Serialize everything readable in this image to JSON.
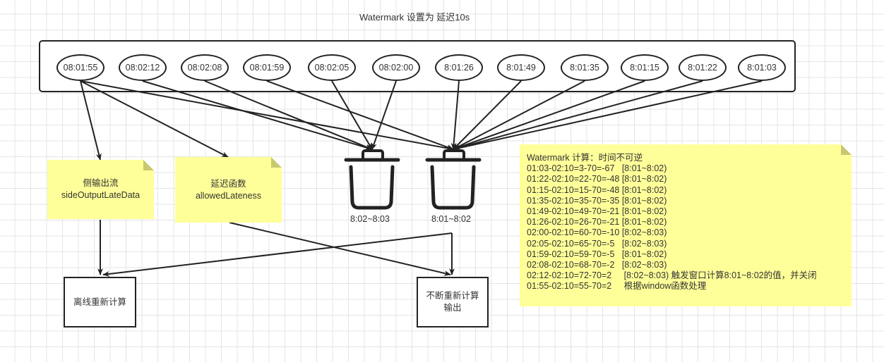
{
  "title": "Watermark 设置为 延迟10s",
  "events": [
    {
      "label": "08:01:55",
      "window": "8:01~8:02"
    },
    {
      "label": "08:02:12",
      "window": "8:02~8:03"
    },
    {
      "label": "08:02:08",
      "window": "8:02~8:03"
    },
    {
      "label": "08:01:59",
      "window": "8:01~8:02"
    },
    {
      "label": "08:02:05",
      "window": "8:02~8:03"
    },
    {
      "label": "08:02:00",
      "window": "8:02~8:03"
    },
    {
      "label": "8:01:26",
      "window": "8:01~8:02"
    },
    {
      "label": "8:01:49",
      "window": "8:01~8:02"
    },
    {
      "label": "8:01:35",
      "window": "8:01~8:02"
    },
    {
      "label": "8:01:15",
      "window": "8:01~8:02"
    },
    {
      "label": "8:01:22",
      "window": "8:01~8:02"
    },
    {
      "label": "8:01:03",
      "window": "8:01~8:02"
    }
  ],
  "buckets": [
    {
      "label": "8:02~8:03"
    },
    {
      "label": "8:01~8:02"
    }
  ],
  "notes": {
    "side_output": {
      "line1": "侧输出流",
      "line2": "sideOutputLateData"
    },
    "allowed_lateness": {
      "line1": "延迟函数",
      "line2": "allowedLateness"
    }
  },
  "outputs": {
    "offline": {
      "line1": "离线重新计算"
    },
    "continuous": {
      "line1": "不断重新计算",
      "line2": "输出"
    }
  },
  "calculation": {
    "header": "Watermark 计算：时间不可逆",
    "rows": [
      "01:03-02:10=3-70=-67   [8:01~8:02)",
      "01:22-02:10=22-70=-48 [8:01~8:02)",
      "01:15-02:10=15-70=-48 [8:01~8:02)",
      "01:35-02:10=35-70=-35 [8:01~8:02)",
      "01:49-02:10=49-70=-21 [8:01~8:02)",
      "01:26-02:10=26-70=-21 [8:01~8:02)",
      "02:00-02:10=60-70=-10 [8:02~8:03)",
      "02:05-02:10=65-70=-5   [8:02~8:03)",
      "01:59-02:10=59-70=-5   [8:01~8:02)",
      "02:08-02:10=68-70=-2   [8:02~8:03)",
      "02:12-02:10=72-70=2     [8:02~8:03) 触发窗口计算8:01~8:02的值，并关闭",
      "01:55-02:10=55-70=2     根据window函数处理"
    ]
  },
  "colors": {
    "note_fill": "#ffff99",
    "stroke": "#222222",
    "grid": "#e4e4e4"
  }
}
